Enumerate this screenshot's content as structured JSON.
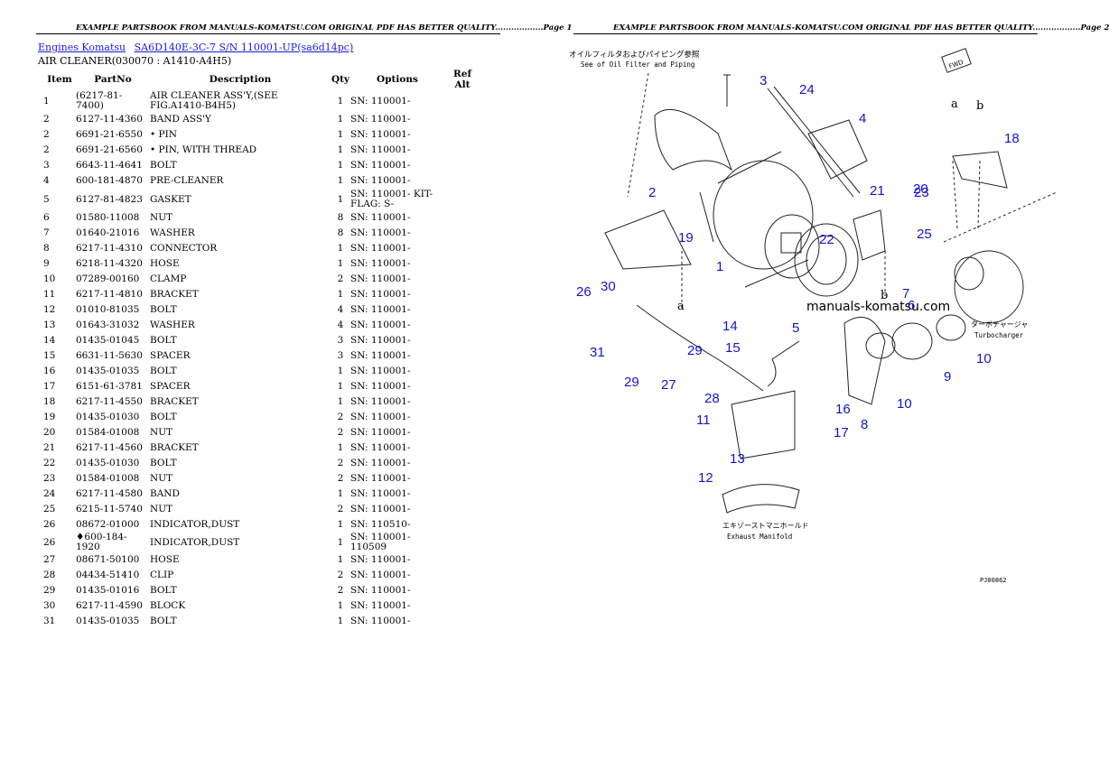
{
  "pages": {
    "left_header": "EXAMPLE PARTSBOOK FROM MANUALS-KOMATSU.COM ORIGINAL PDF HAS BETTER QUALITY..................Page 1",
    "right_header": "EXAMPLE PARTSBOOK FROM MANUALS-KOMATSU.COM ORIGINAL PDF HAS BETTER QUALITY..................Page 2"
  },
  "breadcrumb": {
    "link1": "Engines Komatsu",
    "link2": "SA6D140E-3C-7 S/N 110001-UP(sa6d14pc)"
  },
  "section_title": "AIR CLEANER(030070 : A1410-A4H5)",
  "table": {
    "headers": [
      "Item",
      "PartNo",
      "Description",
      "Qty",
      "Options",
      "Ref Alt"
    ],
    "rows": [
      {
        "item": "1",
        "part": "(6217-81-7400)",
        "desc": "AIR CLEANER ASS'Y,(SEE FIG.A1410-B4H5)",
        "qty": "1",
        "opt": "SN: 110001-"
      },
      {
        "item": "2",
        "part": "6127-11-4360",
        "desc": "BAND ASS'Y",
        "qty": "1",
        "opt": "SN: 110001-"
      },
      {
        "item": "2",
        "part": "6691-21-6550",
        "desc": "• PIN",
        "qty": "1",
        "opt": "SN: 110001-"
      },
      {
        "item": "2",
        "part": "6691-21-6560",
        "desc": "• PIN, WITH THREAD",
        "qty": "1",
        "opt": "SN: 110001-"
      },
      {
        "item": "3",
        "part": "6643-11-4641",
        "desc": "BOLT",
        "qty": "1",
        "opt": "SN: 110001-"
      },
      {
        "item": "4",
        "part": "600-181-4870",
        "desc": "PRE-CLEANER",
        "qty": "1",
        "opt": "SN: 110001-"
      },
      {
        "item": "5",
        "part": "6127-81-4823",
        "desc": "GASKET",
        "qty": "1",
        "opt": "SN: 110001- KIT-FLAG: S-"
      },
      {
        "item": "6",
        "part": "01580-11008",
        "desc": "NUT",
        "qty": "8",
        "opt": "SN: 110001-"
      },
      {
        "item": "7",
        "part": "01640-21016",
        "desc": "WASHER",
        "qty": "8",
        "opt": "SN: 110001-"
      },
      {
        "item": "8",
        "part": "6217-11-4310",
        "desc": "CONNECTOR",
        "qty": "1",
        "opt": "SN: 110001-"
      },
      {
        "item": "9",
        "part": "6218-11-4320",
        "desc": "HOSE",
        "qty": "1",
        "opt": "SN: 110001-"
      },
      {
        "item": "10",
        "part": "07289-00160",
        "desc": "CLAMP",
        "qty": "2",
        "opt": "SN: 110001-"
      },
      {
        "item": "11",
        "part": "6217-11-4810",
        "desc": "BRACKET",
        "qty": "1",
        "opt": "SN: 110001-"
      },
      {
        "item": "12",
        "part": "01010-81035",
        "desc": "BOLT",
        "qty": "4",
        "opt": "SN: 110001-"
      },
      {
        "item": "13",
        "part": "01643-31032",
        "desc": "WASHER",
        "qty": "4",
        "opt": "SN: 110001-"
      },
      {
        "item": "14",
        "part": "01435-01045",
        "desc": "BOLT",
        "qty": "3",
        "opt": "SN: 110001-"
      },
      {
        "item": "15",
        "part": "6631-11-5630",
        "desc": "SPACER",
        "qty": "3",
        "opt": "SN: 110001-"
      },
      {
        "item": "16",
        "part": "01435-01035",
        "desc": "BOLT",
        "qty": "1",
        "opt": "SN: 110001-"
      },
      {
        "item": "17",
        "part": "6151-61-3781",
        "desc": "SPACER",
        "qty": "1",
        "opt": "SN: 110001-"
      },
      {
        "item": "18",
        "part": "6217-11-4550",
        "desc": "BRACKET",
        "qty": "1",
        "opt": "SN: 110001-"
      },
      {
        "item": "19",
        "part": "01435-01030",
        "desc": "BOLT",
        "qty": "2",
        "opt": "SN: 110001-"
      },
      {
        "item": "20",
        "part": "01584-01008",
        "desc": "NUT",
        "qty": "2",
        "opt": "SN: 110001-"
      },
      {
        "item": "21",
        "part": "6217-11-4560",
        "desc": "BRACKET",
        "qty": "1",
        "opt": "SN: 110001-"
      },
      {
        "item": "22",
        "part": "01435-01030",
        "desc": "BOLT",
        "qty": "2",
        "opt": "SN: 110001-"
      },
      {
        "item": "23",
        "part": "01584-01008",
        "desc": "NUT",
        "qty": "2",
        "opt": "SN: 110001-"
      },
      {
        "item": "24",
        "part": "6217-11-4580",
        "desc": "BAND",
        "qty": "1",
        "opt": "SN: 110001-"
      },
      {
        "item": "25",
        "part": "6215-11-5740",
        "desc": "NUT",
        "qty": "2",
        "opt": "SN: 110001-"
      },
      {
        "item": "26",
        "part": "08672-01000",
        "desc": "INDICATOR,DUST",
        "qty": "1",
        "opt": "SN: 110510-"
      },
      {
        "item": "26",
        "part": "♦600-184-1920",
        "desc": "INDICATOR,DUST",
        "qty": "1",
        "opt": "SN: 110001-110509"
      },
      {
        "item": "27",
        "part": "08671-50100",
        "desc": "HOSE",
        "qty": "1",
        "opt": "SN: 110001-"
      },
      {
        "item": "28",
        "part": "04434-51410",
        "desc": "CLIP",
        "qty": "2",
        "opt": "SN: 110001-"
      },
      {
        "item": "29",
        "part": "01435-01016",
        "desc": "BOLT",
        "qty": "2",
        "opt": "SN: 110001-"
      },
      {
        "item": "30",
        "part": "6217-11-4590",
        "desc": "BLOCK",
        "qty": "1",
        "opt": "SN: 110001-"
      },
      {
        "item": "31",
        "part": "01435-01035",
        "desc": "BOLT",
        "qty": "1",
        "opt": "SN: 110001-"
      }
    ]
  },
  "diagram": {
    "note_jp": "オイルフィルタおよびパイピング参照",
    "note_en": "See of Oil Filter and Piping",
    "fwd": "FWD",
    "turbo_jp": "ターボチャージャ",
    "turbo_en": "Turbocharger",
    "exhaust_jp": "エキゾーストマニホールド",
    "exhaust_en": "Exhaust Manifold",
    "watermark": "manuals-komatsu.com",
    "figure_code": "PJ00862",
    "letter_a": "a",
    "letter_b": "b",
    "callouts": [
      "1",
      "2",
      "3",
      "4",
      "5",
      "6",
      "7",
      "8",
      "9",
      "10",
      "10",
      "11",
      "12",
      "13",
      "14",
      "15",
      "16",
      "17",
      "18",
      "19",
      "20",
      "21",
      "22",
      "23",
      "24",
      "25",
      "26",
      "27",
      "28",
      "29",
      "29",
      "30",
      "31"
    ]
  }
}
